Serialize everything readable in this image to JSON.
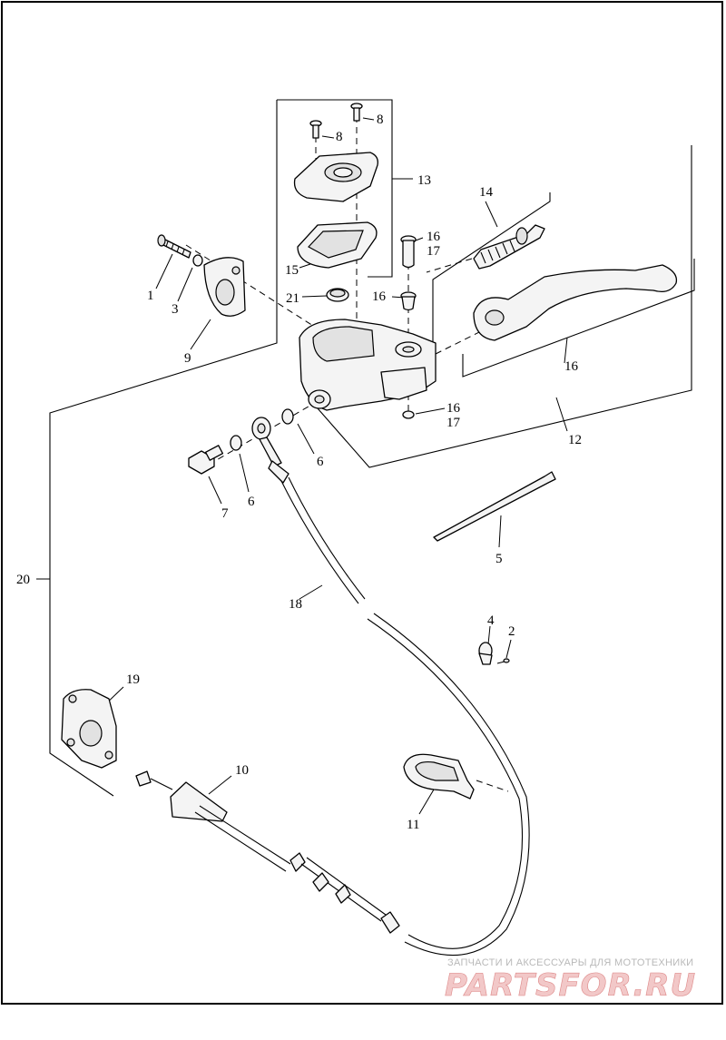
{
  "labels": {
    "l1": "1",
    "l2": "2",
    "l3": "3",
    "l4": "4",
    "l5": "5",
    "l6a": "6",
    "l6b": "6",
    "l7": "7",
    "l8a": "8",
    "l8b": "8",
    "l9": "9",
    "l10": "10",
    "l11": "11",
    "l12": "12",
    "l13": "13",
    "l14": "14",
    "l15": "15",
    "l16a": "16",
    "l16b": "16",
    "l16c": "16",
    "l16d": "16",
    "l17a": "17",
    "l17b": "17",
    "l18": "18",
    "l19": "19",
    "l20": "20",
    "l21": "21"
  },
  "watermark": {
    "tagline": "ЗАПЧАСТИ И АКСЕССУАРЫ ДЛЯ МОТОТЕХНИКИ",
    "brand": "PARTSFOR.RU"
  },
  "colors": {
    "ink": "#000000",
    "watermark": "#e08a8a"
  }
}
